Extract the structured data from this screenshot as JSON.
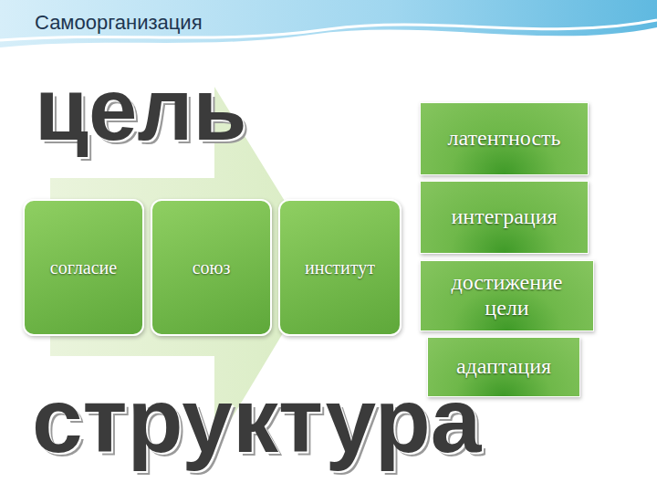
{
  "diagram": {
    "title": "Самоорганизация",
    "nodes": [
      {
        "text": [
          "латентность"
        ]
      },
      {
        "text": [
          "интеграция"
        ]
      },
      {
        "text": [
          "согласие"
        ]
      },
      {
        "text": [
          "союз"
        ]
      },
      {
        "text": [
          "институт"
        ]
      },
      {
        "text": [
          "достижение цели"
        ]
      },
      {
        "text": [
          "адаптация"
        ]
      }
    ],
    "labels": [
      "цель",
      "структура"
    ]
  }
}
